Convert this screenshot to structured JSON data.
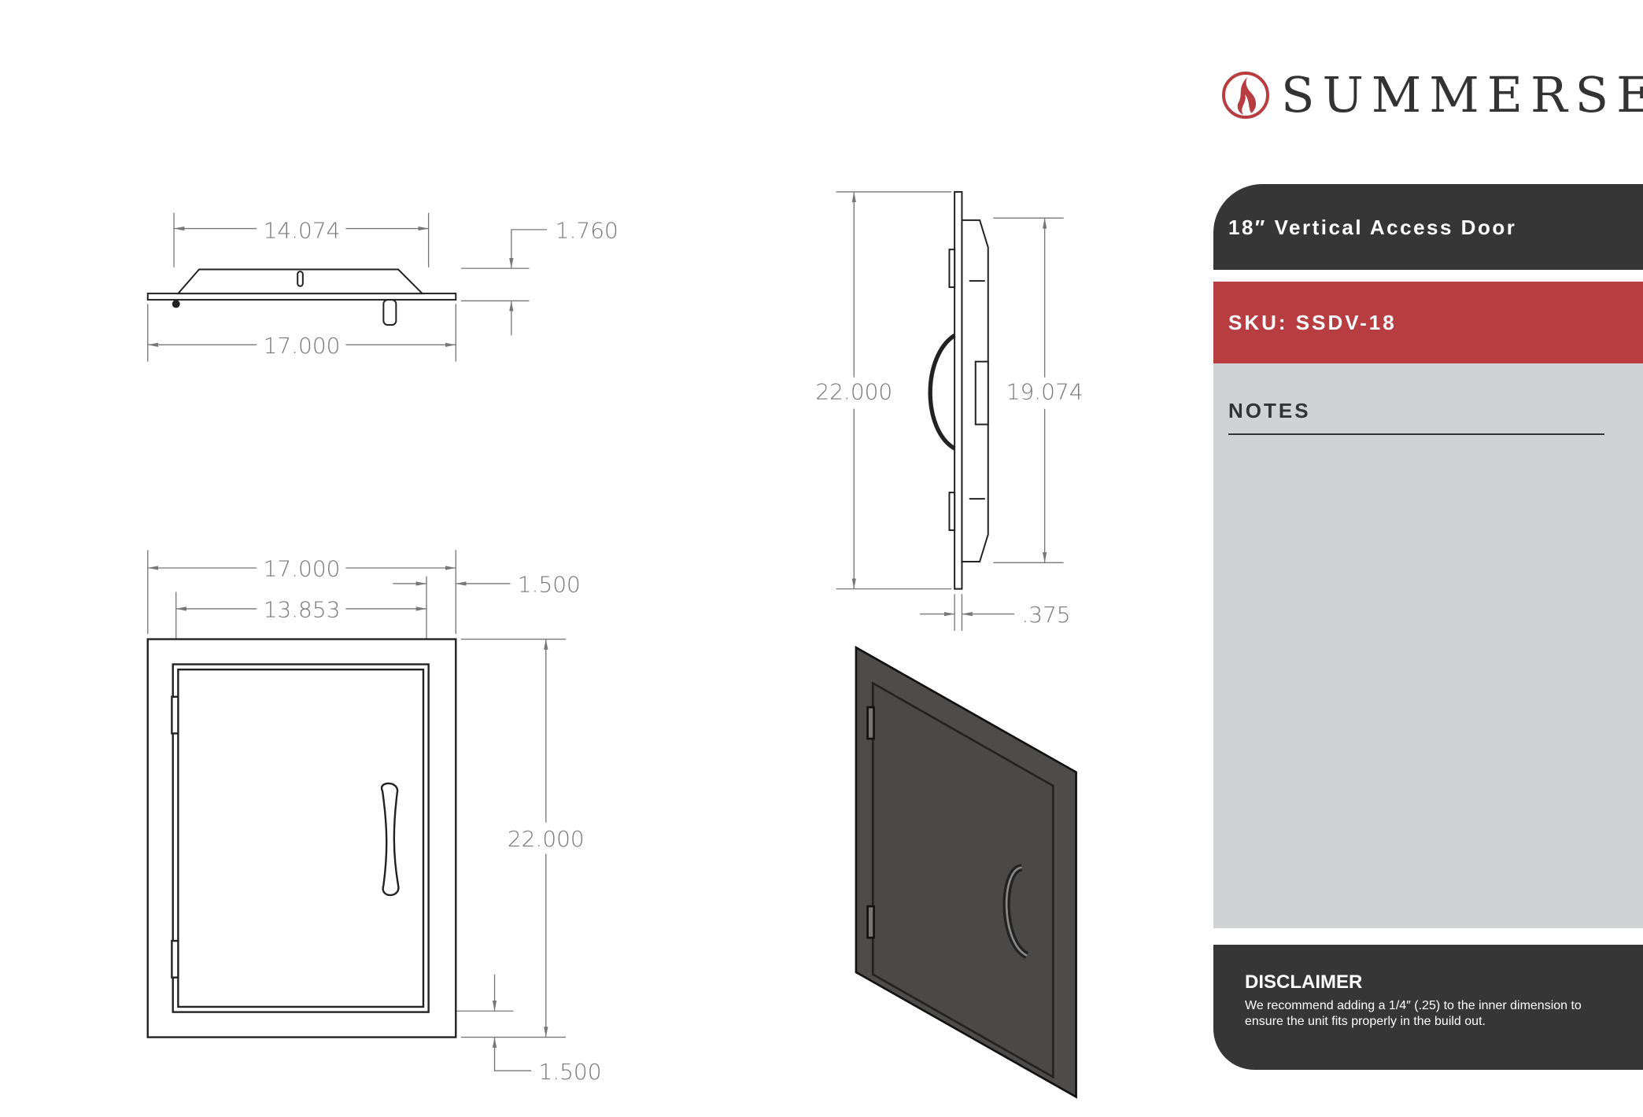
{
  "brand": {
    "name": "SUMMERSET",
    "accent": "#b83d41"
  },
  "product": {
    "title": "18″ Vertical Access Door",
    "sku": "SKU: SSDV-18"
  },
  "notes": {
    "heading": "NOTES"
  },
  "disclaimer": {
    "heading": "DISCLAIMER",
    "text": "We recommend adding a 1/4″ (.25) to the inner dimension to ensure the unit fits properly in the build out."
  },
  "dimensions": {
    "top_view": {
      "inner_width": "14.074",
      "outer_width": "17.000",
      "depth": "1.760"
    },
    "front_view": {
      "outer_width": "17.000",
      "inner_width": "13.853",
      "top_margin": "1.500",
      "height": "22.000",
      "bottom_margin": "1.500"
    },
    "side_view": {
      "height": "22.000",
      "inner_height": "19.074",
      "thickness": ".375"
    }
  }
}
